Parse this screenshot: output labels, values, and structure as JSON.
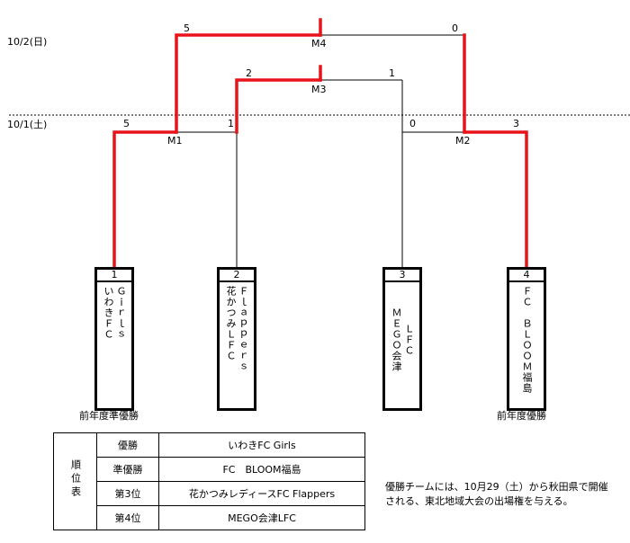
{
  "dates": {
    "day2": "10/2(日)",
    "day1": "10/1(土)"
  },
  "matches": {
    "m1": {
      "label": "M1",
      "score_left": "5",
      "score_right": "1"
    },
    "m2": {
      "label": "M2",
      "score_left": "0",
      "score_right": "3"
    },
    "m3": {
      "label": "M3",
      "score_left": "2",
      "score_right": "1"
    },
    "m4": {
      "label": "M4",
      "score_left": "5",
      "score_right": "0"
    }
  },
  "teams": [
    {
      "num": "1",
      "col1": "いわきＦＣ",
      "col2": "Ｇｉｒｌｓ"
    },
    {
      "num": "2",
      "col1": "花かつみＬＦＣ",
      "col2": "Ｆｌａｐｐｅｒｓ"
    },
    {
      "num": "3",
      "col1": "ＭＥＧＯ会津",
      "col2": "ＬＦＣ"
    },
    {
      "num": "4",
      "col1": "ＢＬＯＯＭ福島",
      "col2": "ＦＣ"
    }
  ],
  "prev_labels": {
    "team1": "前年度準優勝",
    "team4": "前年度優勝"
  },
  "ranking": {
    "header": "順位表",
    "rows": [
      {
        "rank": "優勝",
        "team": "いわきFC Girls"
      },
      {
        "rank": "準優勝",
        "team": "FC　BLOOM福島"
      },
      {
        "rank": "第3位",
        "team": "花かつみレディースFC Flappers"
      },
      {
        "rank": "第4位",
        "team": "MEGO会津LFC"
      }
    ]
  },
  "note": {
    "line1": "優勝チームには、10月29（土）から秋田県で開催",
    "line2": "される、東北地域大会の出場権を与える。"
  },
  "colors": {
    "winner_line": "#e8141a",
    "line": "#000000"
  }
}
